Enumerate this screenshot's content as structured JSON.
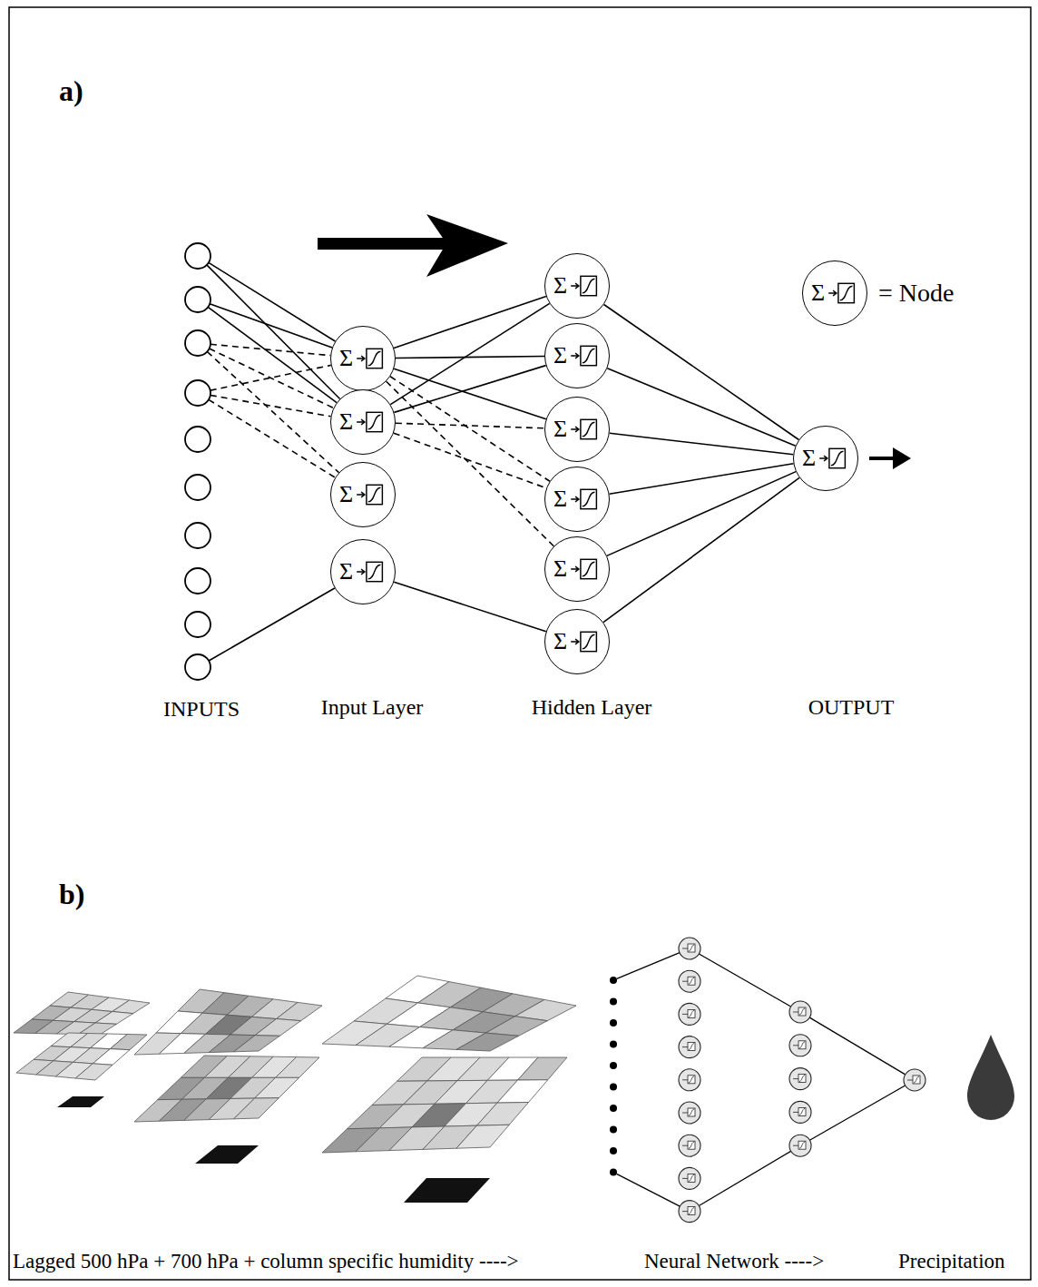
{
  "diagram": {
    "nodes": [
      {
        "text": [
          "Σ"
        ]
      },
      {
        "text": [
          "Σ"
        ]
      },
      {
        "text": [
          "Σ"
        ]
      },
      {
        "text": [
          "Σ"
        ]
      },
      {
        "text": [
          "Σ"
        ]
      },
      {
        "text": [
          "Σ"
        ]
      },
      {
        "text": [
          "Σ"
        ]
      },
      {
        "text": [
          "Σ"
        ]
      },
      {
        "text": [
          "Σ"
        ]
      },
      {
        "text": [
          "Σ"
        ]
      },
      {
        "text": [
          "Σ"
        ]
      },
      {
        "text": [
          "Σ"
        ]
      }
    ],
    "edges": [
      {
        "from": 0,
        "to": 4,
        "arrow": "none"
      },
      {
        "from": 0,
        "to": 5,
        "arrow": "none"
      },
      {
        "from": 0,
        "to": 6,
        "arrow": "none"
      },
      {
        "from": 0,
        "to": 7,
        "arrow": "none"
      },
      {
        "from": 0,
        "to": 8,
        "arrow": "none"
      },
      {
        "from": 1,
        "to": 4,
        "arrow": "none"
      },
      {
        "from": 1,
        "to": 5,
        "arrow": "none"
      },
      {
        "from": 1,
        "to": 6,
        "arrow": "none"
      },
      {
        "from": 1,
        "to": 7,
        "arrow": "none"
      },
      {
        "from": 3,
        "to": 9,
        "arrow": "none"
      },
      {
        "from": 4,
        "to": 10,
        "arrow": "none"
      },
      {
        "from": 5,
        "to": 10,
        "arrow": "none"
      },
      {
        "from": 6,
        "to": 10,
        "arrow": "none"
      },
      {
        "from": 7,
        "to": 10,
        "arrow": "none"
      },
      {
        "from": 8,
        "to": 10,
        "arrow": "none"
      },
      {
        "from": 9,
        "to": 10,
        "arrow": "none"
      }
    ],
    "labels": [
      "a)",
      "INPUTS",
      "Input Layer",
      "Hidden Layer",
      "OUTPUT",
      "b)",
      "Lagged 500 hPa + 700 hPa + column specific humidity ---->",
      "Neural Network ---->",
      "Precipitation"
    ],
    "legend": [
      {
        "text": "= Node"
      }
    ]
  }
}
